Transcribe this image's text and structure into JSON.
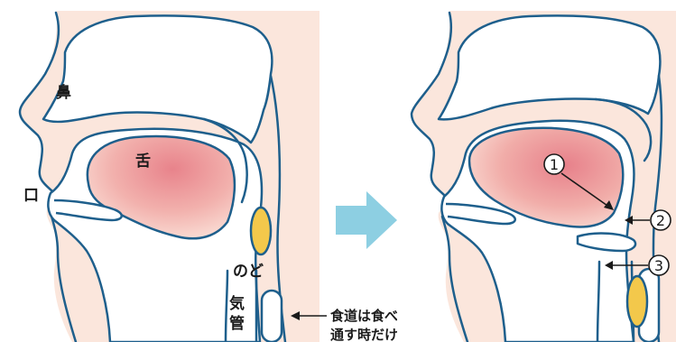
{
  "left_panel": {
    "labels": {
      "nose": "鼻",
      "mouth": "口",
      "tongue": "舌",
      "throat": "のど",
      "trachea_1": "気",
      "trachea_2": "管"
    },
    "note_line_1": "食道は食べ物を",
    "note_line_2": "通す時だけ開く"
  },
  "right_panel": {
    "markers": [
      "1",
      "2",
      "3"
    ]
  },
  "colors": {
    "outline": "#1e5f8c",
    "skin": "#f9dfd3",
    "tongue": "#e8828a",
    "epiglottis": "#f3c84b",
    "arrow": "#8dcfe2"
  }
}
